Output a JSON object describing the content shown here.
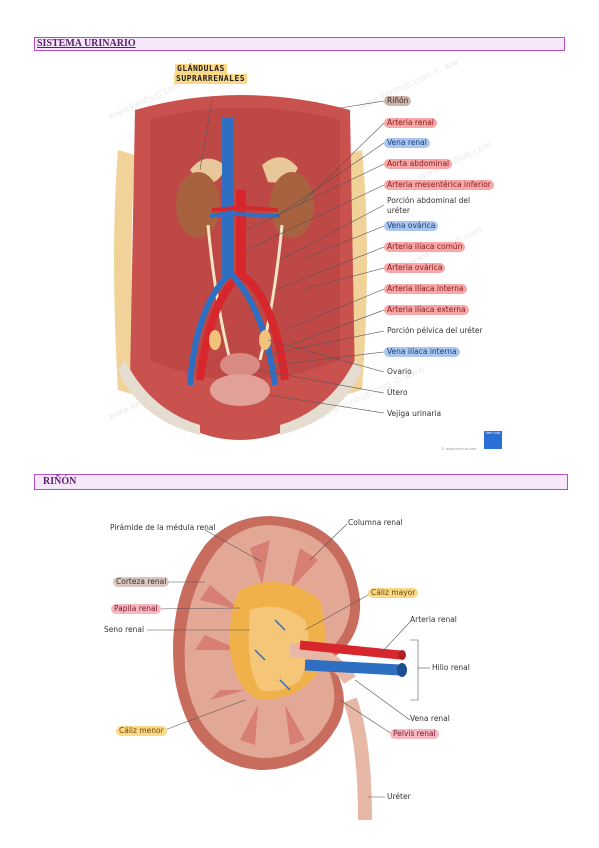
{
  "sections": {
    "urinario": {
      "title": "SISTEMA URINARIO"
    },
    "rinon": {
      "title": "RIÑÓN"
    }
  },
  "fig1": {
    "handwritten": [
      "GLÁNDULAS",
      "SUPRARRENALES"
    ],
    "labels": [
      {
        "text": "Riñón",
        "style": "brown"
      },
      {
        "text": "Arteria renal",
        "style": "red"
      },
      {
        "text": "Vena renal",
        "style": "blue"
      },
      {
        "text": "Aorta abdominal",
        "style": "red"
      },
      {
        "text": "Arteria mesentérica inferior",
        "style": "red"
      },
      {
        "text": "Porción abdominal del",
        "style": "none"
      },
      {
        "text": "uréter",
        "style": "none"
      },
      {
        "text": "Vena ovárica",
        "style": "blue"
      },
      {
        "text": "Arteria ilíaca común",
        "style": "red"
      },
      {
        "text": "Arteria ovárica",
        "style": "red"
      },
      {
        "text": "Arteria ilíaca interna",
        "style": "red"
      },
      {
        "text": "Arteria ilíaca externa",
        "style": "red"
      },
      {
        "text": "Porción pélvica del uréter",
        "style": "none"
      },
      {
        "text": "Vena ilíaca interna",
        "style": "blue"
      },
      {
        "text": "Ovario",
        "style": "none"
      },
      {
        "text": "Útero",
        "style": "none"
      },
      {
        "text": "Vejiga urinaria",
        "style": "none"
      }
    ],
    "watermark": "www.kenhub.com © www.kenhub.com",
    "logo_text": "ken hub",
    "credit": "© www.kenhub.com"
  },
  "fig2": {
    "labels": {
      "piramide": "Pirámide de la médula renal",
      "columna": "Columna renal",
      "corteza": "Corteza renal",
      "caliz_mayor": "Cáliz mayor",
      "papila": "Papila renal",
      "seno": "Seno renal",
      "arteria": "Arteria renal",
      "hilio": "Hilio renal",
      "vena": "Vena renal",
      "caliz_menor": "Cáliz menor",
      "pelvis": "Pelvis renal",
      "ureter": "Uréter"
    }
  },
  "colors": {
    "header_border": "#b34fc7",
    "artery": "#d7262c",
    "vein": "#2e6fc1",
    "muscle": "#c9524e",
    "kidney": "#b36b4c"
  }
}
